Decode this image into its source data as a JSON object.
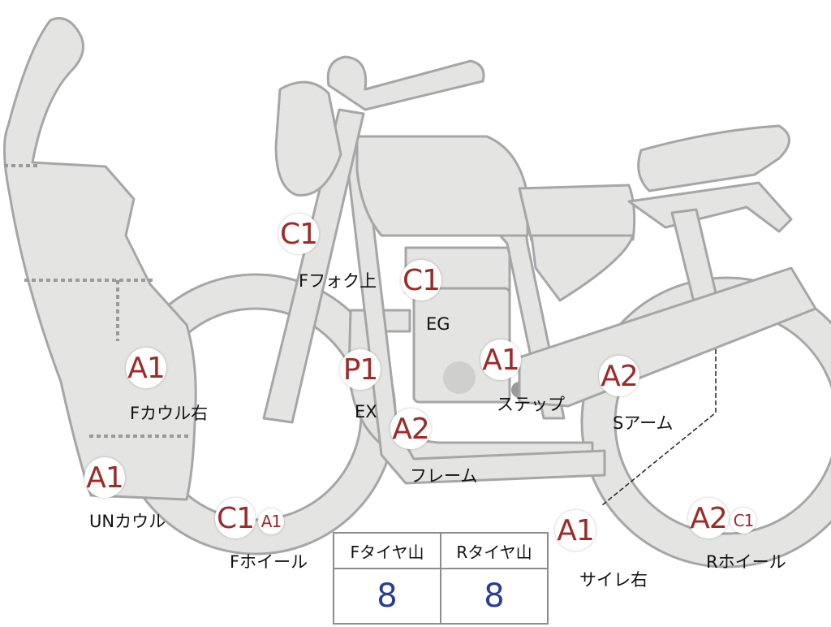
{
  "parts": [
    {
      "id": "f-fork-upper",
      "badge": "C1",
      "label": "Fフォク上"
    },
    {
      "id": "engine",
      "badge": "C1",
      "label": "EG"
    },
    {
      "id": "exhaust",
      "badge": "P1",
      "label": "EX"
    },
    {
      "id": "step",
      "badge": "A1",
      "label": "ステップ"
    },
    {
      "id": "s-arm",
      "badge": "A2",
      "label": "Sアーム"
    },
    {
      "id": "f-cowl-right",
      "badge": "A1",
      "label": "Fカウル右"
    },
    {
      "id": "frame",
      "badge": "A2",
      "label": "フレーム"
    },
    {
      "id": "under-cowl",
      "badge": "A1",
      "label": "UNカウル"
    },
    {
      "id": "f-wheel",
      "badge": "C1",
      "badge2": "A1",
      "label": "Fホイール"
    },
    {
      "id": "silencer-right",
      "badge": "A1",
      "label": "サイレ右"
    },
    {
      "id": "r-wheel",
      "badge": "A2",
      "badge2": "C1",
      "label": "Rホイール"
    }
  ],
  "tire_table": {
    "front_header": "Fタイヤ山",
    "rear_header": "Rタイヤ山",
    "front_value": "8",
    "rear_value": "8",
    "value_color": "#2b3f8f"
  },
  "colors": {
    "part_fill": "#e4e4e2",
    "part_outline": "#a6a6a6",
    "badge_text": "#9e2a2a"
  }
}
